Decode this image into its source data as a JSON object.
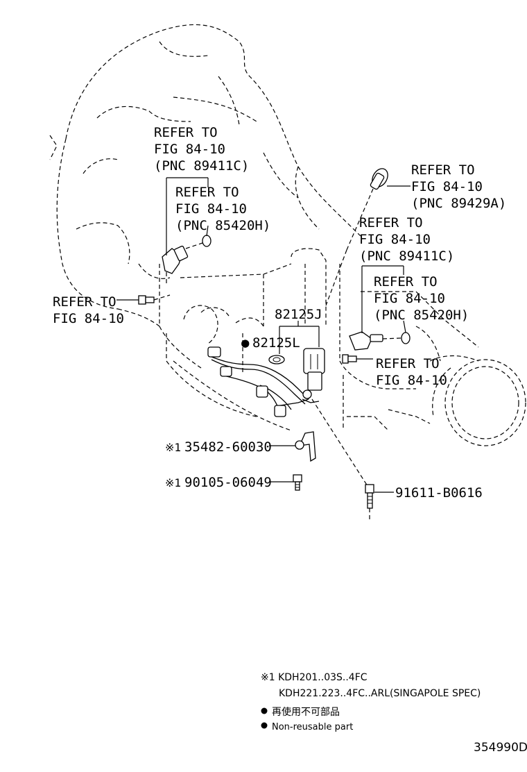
{
  "callouts": {
    "upper_left_fig": [
      "REFER TO",
      "FIG 84-10",
      "(PNC 89411C)"
    ],
    "upper_left_sensor": [
      "REFER TO",
      "FIG 84-10",
      "(PNC 85420H)"
    ],
    "left_bolt": [
      "REFER TO",
      "FIG 84-10"
    ],
    "upper_right_switch": [
      "REFER TO",
      "FIG 84-10",
      "(PNC 89429A)"
    ],
    "right_fig": [
      "REFER TO",
      "FIG 84-10",
      "(PNC 89411C)"
    ],
    "right_sensor": [
      "REFER TO",
      "FIG 84-10",
      "(PNC 85420H)"
    ],
    "right_bolt": [
      "REFER TO",
      "FIG 84-10"
    ]
  },
  "parts": {
    "wire_harness": "82125J",
    "grommet": "82125L",
    "clamp": "35482-60030",
    "clamp_bolt": "90105-06049",
    "bolt": "91611-B0616"
  },
  "markers": {
    "note_mark": "※1",
    "nonreusable_mark": "●"
  },
  "notes": {
    "line1": "※1 KDH201..03S..4FC",
    "line2": "KDH221.223..4FC..ARL(SINGAPOLE SPEC)",
    "line3_jp": "再使用不可部品",
    "line4": "Non-reusable part"
  },
  "illustration_id": "354990D"
}
